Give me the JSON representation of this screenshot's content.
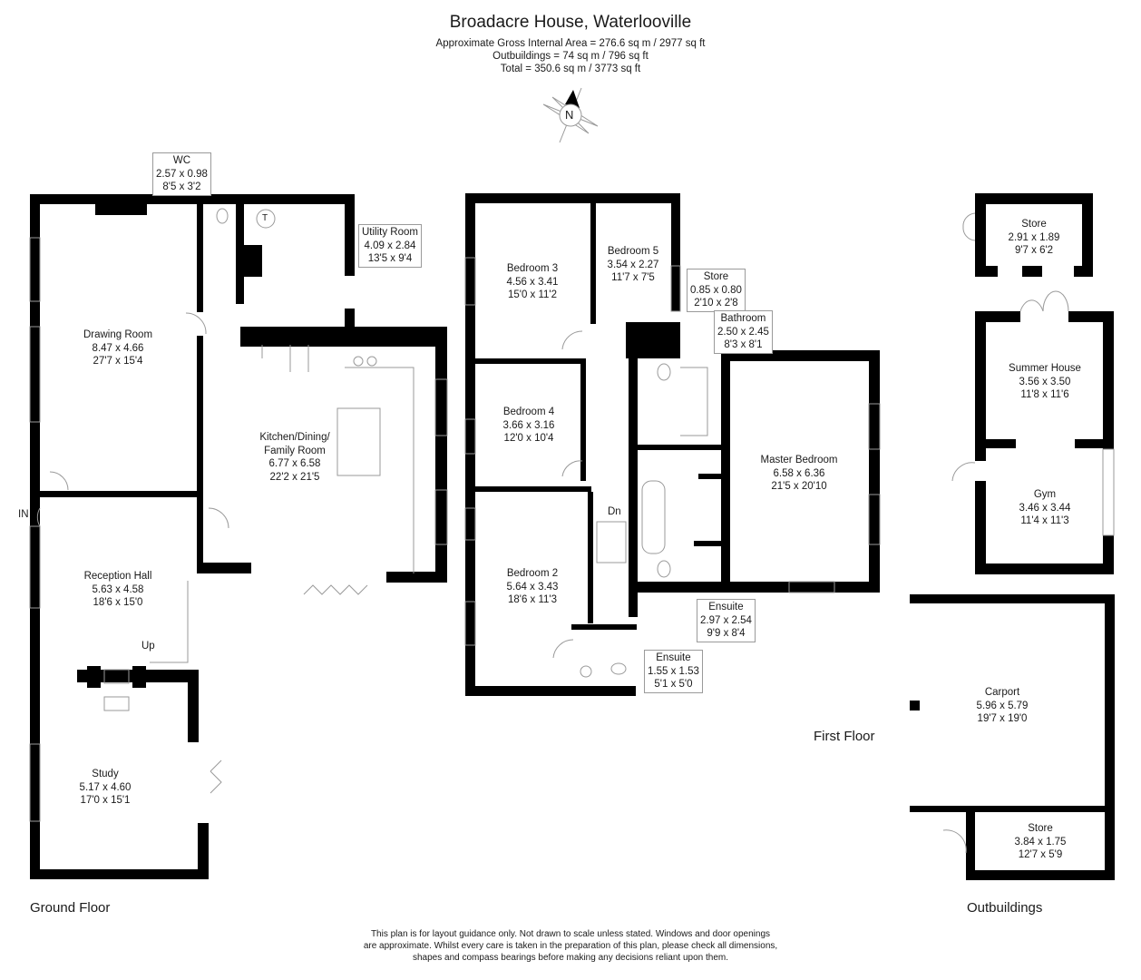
{
  "header": {
    "title": "Broadacre House, Waterlooville",
    "gross_internal_area": "Approximate Gross Internal Area = 276.6 sq m / 2977 sq ft",
    "outbuildings_area": "Outbuildings = 74 sq m / 796 sq ft",
    "total_area": "Total = 350.6 sq m / 3773 sq ft"
  },
  "compass": {
    "label": "N",
    "icon": "compass-north-icon"
  },
  "ground_floor": {
    "label": "Ground Floor",
    "entrance_label": "IN",
    "stairs_label": "Up",
    "rooms": [
      {
        "name": "WC",
        "metric": "2.57 x 0.98",
        "imperial": "8'5 x 3'2"
      },
      {
        "name": "Utility Room",
        "metric": "4.09 x 2.84",
        "imperial": "13'5 x 9'4"
      },
      {
        "name": "Drawing Room",
        "metric": "8.47 x 4.66",
        "imperial": "27'7 x 15'4"
      },
      {
        "name": "Kitchen/Dining/",
        "name2": "Family Room",
        "metric": "6.77 x 6.58",
        "imperial": "22'2 x 21'5"
      },
      {
        "name": "Reception Hall",
        "metric": "5.63 x 4.58",
        "imperial": "18'6 x 15'0"
      },
      {
        "name": "Study",
        "metric": "5.17 x 4.60",
        "imperial": "17'0 x 15'1"
      }
    ],
    "fixtures": {
      "tank_label": "T"
    }
  },
  "first_floor": {
    "label": "First Floor",
    "stairs_label": "Dn",
    "rooms": [
      {
        "name": "Bedroom 3",
        "metric": "4.56 x 3.41",
        "imperial": "15'0 x 11'2"
      },
      {
        "name": "Bedroom 5",
        "metric": "3.54 x 2.27",
        "imperial": "11'7 x 7'5"
      },
      {
        "name": "Store",
        "metric": "0.85 x 0.80",
        "imperial": "2'10 x 2'8"
      },
      {
        "name": "Bathroom",
        "metric": "2.50 x 2.45",
        "imperial": "8'3 x 8'1"
      },
      {
        "name": "Bedroom 4",
        "metric": "3.66 x 3.16",
        "imperial": "12'0 x 10'4"
      },
      {
        "name": "Master Bedroom",
        "metric": "6.58 x 6.36",
        "imperial": "21'5 x 20'10"
      },
      {
        "name": "Bedroom 2",
        "metric": "5.64 x 3.43",
        "imperial": "18'6 x 11'3"
      },
      {
        "name": "Ensuite",
        "metric": "2.97 x 2.54",
        "imperial": "9'9 x 8'4"
      },
      {
        "name": "Ensuite",
        "metric": "1.55 x 1.53",
        "imperial": "5'1 x 5'0"
      }
    ]
  },
  "outbuildings": {
    "label": "Outbuildings",
    "rooms": [
      {
        "name": "Store",
        "metric": "2.91 x 1.89",
        "imperial": "9'7 x 6'2"
      },
      {
        "name": "Summer House",
        "metric": "3.56 x 3.50",
        "imperial": "11'8 x 11'6"
      },
      {
        "name": "Gym",
        "metric": "3.46 x 3.44",
        "imperial": "11'4 x 11'3"
      },
      {
        "name": "Carport",
        "metric": "5.96 x 5.79",
        "imperial": "19'7 x 19'0"
      },
      {
        "name": "Store",
        "metric": "3.84 x 1.75",
        "imperial": "12'7 x 5'9"
      }
    ]
  },
  "disclaimer": {
    "line1": "This plan is for layout guidance only. Not drawn to scale unless stated. Windows and door openings",
    "line2": "are approximate. Whilst every care is taken in the preparation of this plan, please check all dimensions,",
    "line3": "shapes and compass bearings before making any decisions reliant upon them."
  },
  "colors": {
    "wall": "#000000",
    "line": "#9a9a9a",
    "text": "#1a1a1a",
    "background": "#ffffff"
  }
}
